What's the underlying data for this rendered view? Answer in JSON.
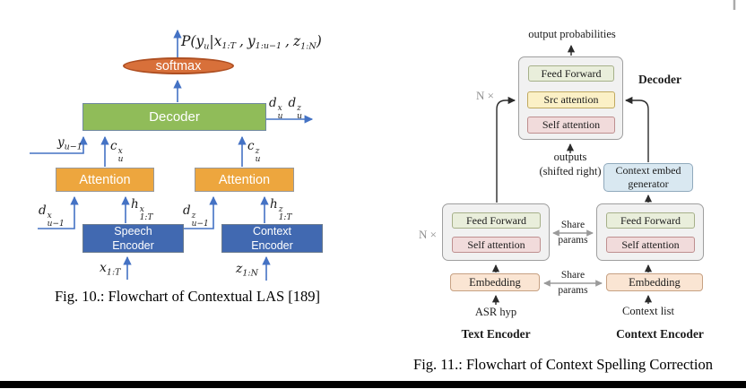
{
  "fig10": {
    "caption": "Fig. 10.: Flowchart of Contextual LAS [189]",
    "softmax_label": "softmax",
    "decoder_label": "Decoder",
    "attention_left_label": "Attention",
    "attention_right_label": "Attention",
    "speech_encoder": {
      "line1": "Speech",
      "line2": "Encoder"
    },
    "context_encoder": {
      "line1": "Context",
      "line2": "Encoder"
    },
    "formula": {
      "open": "P(",
      "t1": {
        "base": "y",
        "sub": "u"
      },
      "bar": "|",
      "t2": {
        "base": "x",
        "sub": "1:T"
      },
      "c1": ",",
      "t3": {
        "base": "y",
        "sub": "1:u−1"
      },
      "c2": ",",
      "t4": {
        "base": "z",
        "sub": "1:N"
      },
      "close": ")"
    },
    "labels": {
      "d_out_x": {
        "base": "d",
        "sup": "x",
        "sub": "u"
      },
      "d_out_z": {
        "base": "d",
        "sup": "z",
        "sub": "u"
      },
      "y_prev": {
        "base": "y",
        "sub": "u−1"
      },
      "c_x": {
        "base": "c",
        "sup": "x",
        "sub": "u"
      },
      "c_z": {
        "base": "c",
        "sup": "z",
        "sub": "u"
      },
      "d_x_prev": {
        "base": "d",
        "sup": "x",
        "sub": "u−1"
      },
      "h_x": {
        "base": "h",
        "sup": "x",
        "sub": "1:T"
      },
      "d_z_prev": {
        "base": "d",
        "sup": "z",
        "sub": "u−1"
      },
      "h_z": {
        "base": "h",
        "sup": "z",
        "sub": "1:T"
      },
      "x_in": {
        "base": "x",
        "sub": "1:T"
      },
      "z_in": {
        "base": "z",
        "sub": "1:N"
      }
    }
  },
  "fig11": {
    "caption": "Fig. 11.: Flowchart of Context Spelling Correction",
    "output_probabilities": "output probabilities",
    "decoder_title": "Decoder",
    "n_times_top": "N ×",
    "n_times_bottom": "N ×",
    "decoder_blocks": {
      "feed_forward": "Feed Forward",
      "src_attention": "Src attention",
      "self_attention": "Self attention"
    },
    "outputs_line1": "outputs",
    "outputs_line2": "(shifted right)",
    "context_embed": {
      "line1": "Context embed",
      "line2": "generator"
    },
    "text_encoder_blocks": {
      "feed_forward": "Feed Forward",
      "self_attention": "Self attention"
    },
    "context_encoder_blocks": {
      "feed_forward": "Feed Forward",
      "self_attention": "Self attention"
    },
    "share_params_top": {
      "line1": "Share",
      "line2": "params"
    },
    "share_params_bottom": {
      "line1": "Share",
      "line2": "params"
    },
    "embedding_left": "Embedding",
    "embedding_right": "Embedding",
    "asr_hyp": "ASR hyp",
    "context_list": "Context list",
    "text_encoder_title": "Text Encoder",
    "context_encoder_title": "Context Encoder"
  },
  "colors": {
    "fig10": {
      "softmax_fill": "#D8703A",
      "decoder_fill": "#90BC59",
      "attention_fill": "#EDA63E",
      "encoder_fill": "#4169B1",
      "arrow": "#4472C4"
    },
    "fig11": {
      "container_fill": "#F1F1F1",
      "feed_forward_fill": "#E9EEDB",
      "src_attention_fill": "#FBF0C6",
      "self_attention_fill": "#F1DBDB",
      "embedding_fill": "#FAE5D3",
      "context_embed_fill": "#D9E8F1",
      "arrow": "#2B2B2B",
      "share_arrow": "#999999"
    },
    "bottom_bar": "#000000"
  }
}
